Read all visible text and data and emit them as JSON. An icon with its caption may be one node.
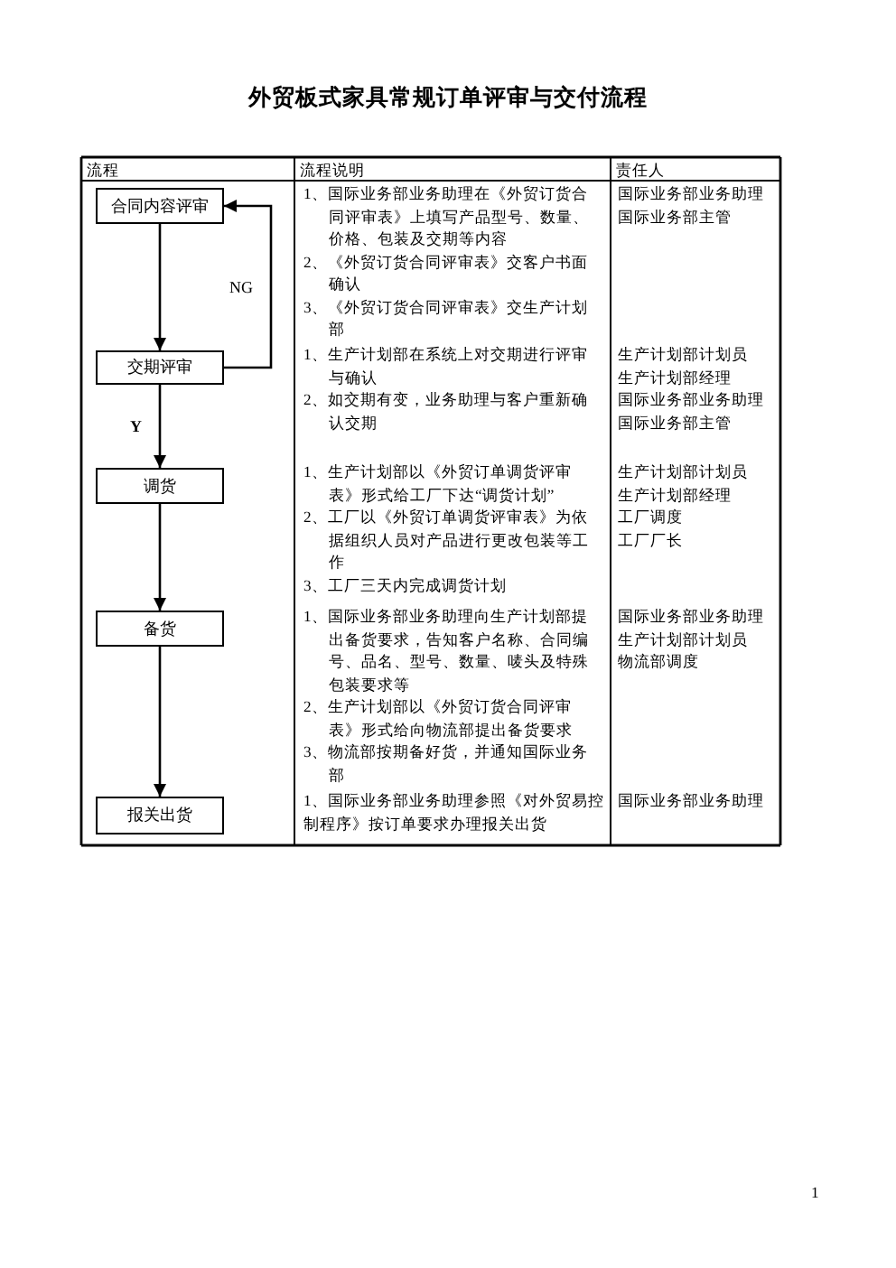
{
  "diagram": {
    "title": "外贸板式家具常规订单评审与交付流程",
    "nodes": [
      {
        "text": [
          "合同内容评审"
        ]
      },
      {
        "text": [
          "交期评审"
        ]
      },
      {
        "text": [
          "调货"
        ]
      },
      {
        "text": [
          "备货"
        ]
      },
      {
        "text": [
          "报关出货"
        ]
      }
    ],
    "edges": [
      {
        "from": 0,
        "to": 1,
        "arrow": "to"
      },
      {
        "from": 1,
        "to": 0,
        "arrow": "to",
        "label": "NG"
      },
      {
        "from": 1,
        "to": 2,
        "arrow": "to",
        "label": "Y"
      },
      {
        "from": 2,
        "to": 3,
        "arrow": "to"
      },
      {
        "from": 3,
        "to": 4,
        "arrow": "to"
      }
    ],
    "labels": [
      "流程",
      "流程说明",
      "责任人",
      "1、国际业务部业务助理在《外贸订货合同评审表》上填写产品型号、数量、价格、包装及交期等内容",
      "2、《外贸订货合同评审表》交客户书面确认",
      "3、《外贸订货合同评审表》交生产计划部",
      "国际业务部业务助理",
      "国际业务部主管",
      "1、生产计划部在系统上对交期进行评审与确认",
      "2、如交期有变，业务助理与客户重新确认交期",
      "生产计划部计划员",
      "生产计划部经理",
      "国际业务部业务助理",
      "国际业务部主管",
      "1、生产计划部以《外贸订单调货评审表》形式给工厂下达“调货计划”",
      "2、工厂以《外贸订单调货评审表》为依据组织人员对产品进行更改包装等工作",
      "3、工厂三天内完成调货计划",
      "生产计划部计划员",
      "生产计划部经理",
      "工厂调度",
      "工厂厂长",
      "1、国际业务部业务助理向生产计划部提出备货要求，告知客户名称、合同编号、品名、型号、数量、唛头及特殊包装要求等",
      "2、生产计划部以《外贸订货合同评审表》形式给向物流部提出备货要求",
      "3、物流部按期备好货，并通知国际业务部",
      "国际业务部业务助理",
      "生产计划部计划员",
      "物流部调度",
      "1、国际业务部业务助理参照《对外贸易控制程序》按订单要求办理报关出货",
      "国际业务部业务助理",
      "1"
    ]
  }
}
